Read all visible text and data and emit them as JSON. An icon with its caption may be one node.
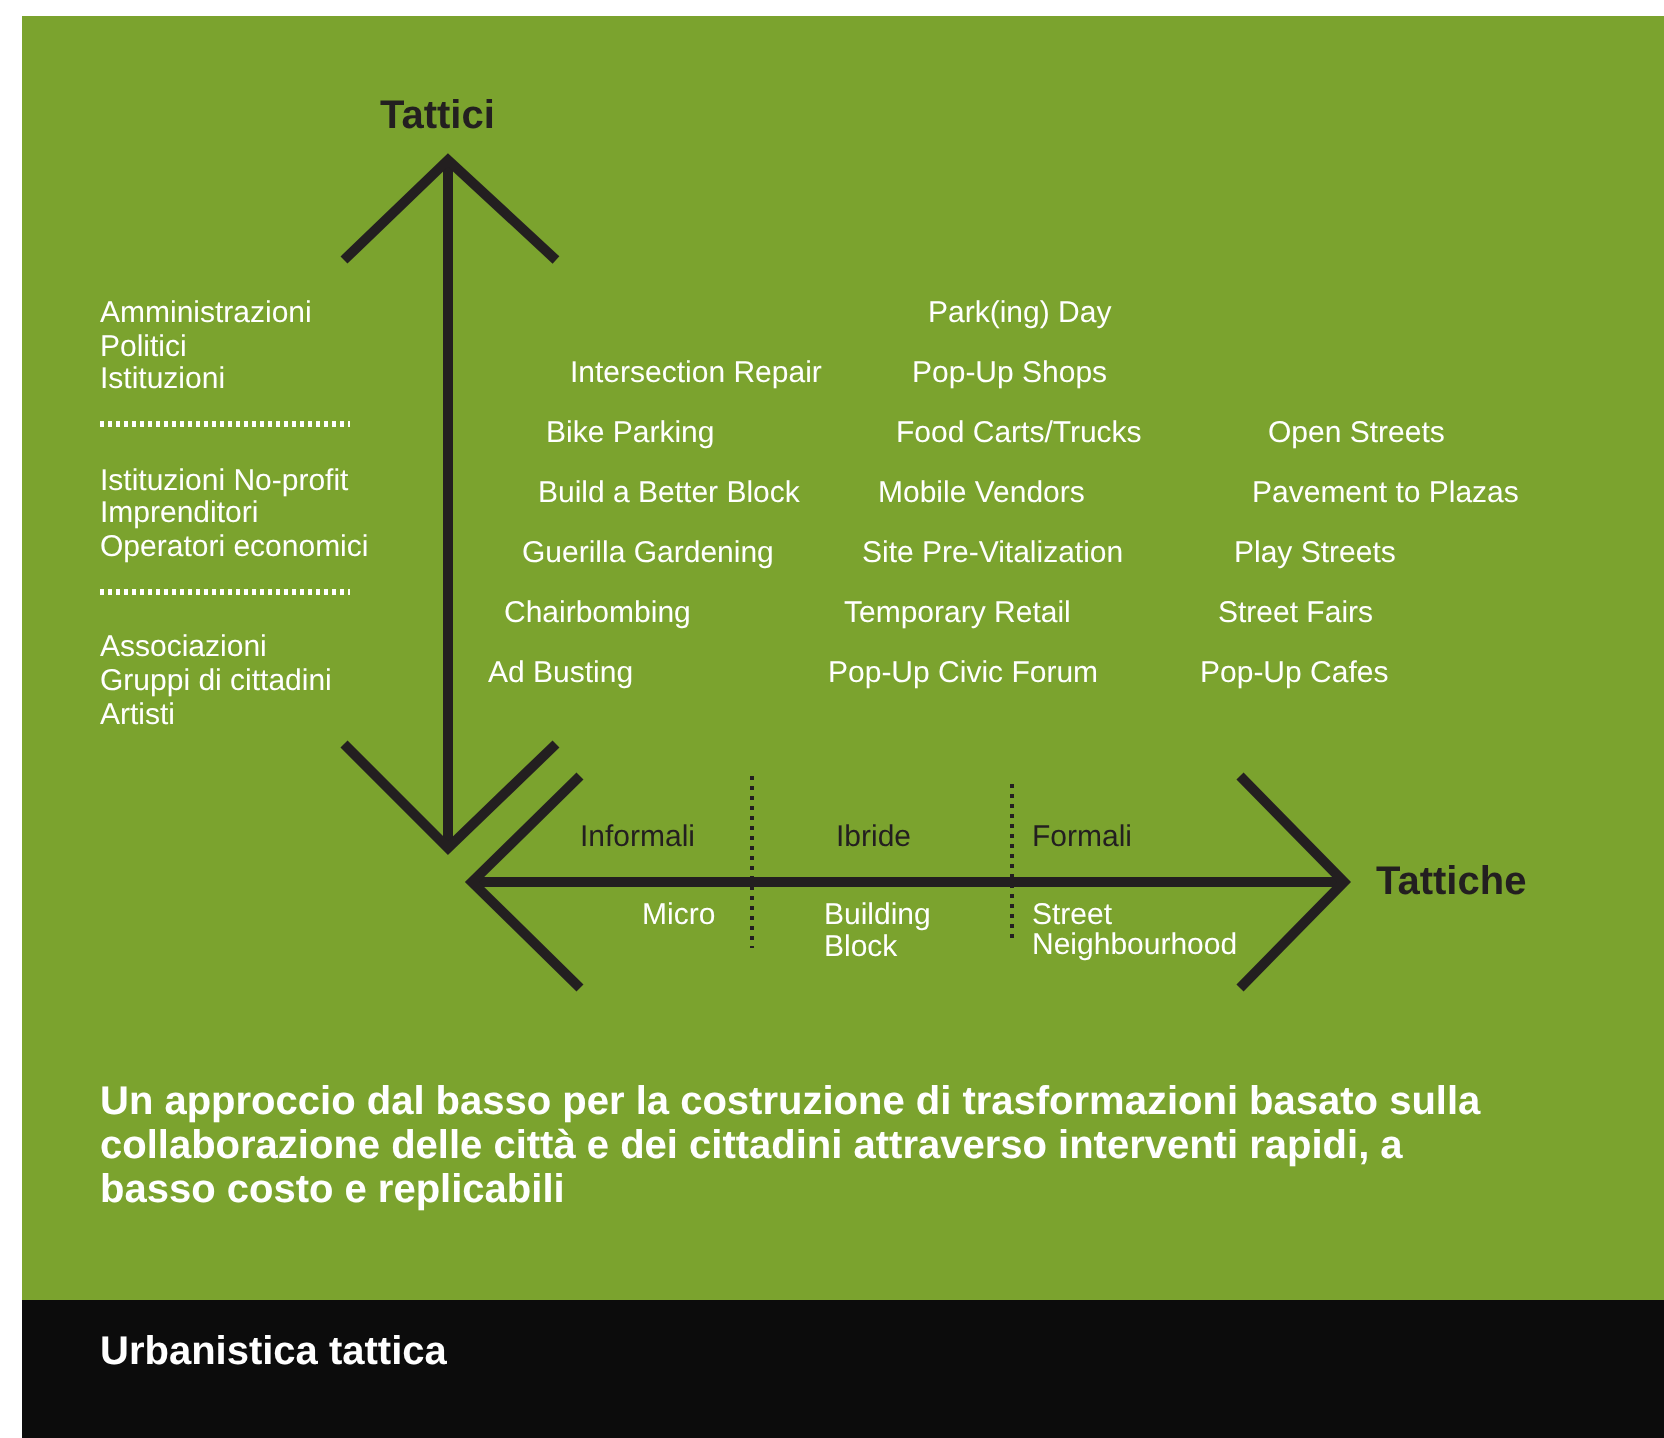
{
  "diagram": {
    "title": "Urbanistica tattica",
    "caption": "Un approccio dal basso per la costruzione di trasformazioni basato sulla collaborazione delle città e dei cittadini attraverso interventi rapidi, a basso costo e replicabili",
    "labels": [
      "Tattici",
      "Amministrazioni",
      "Park(ing) Day",
      "Politici",
      "Istituzioni",
      "Intersection Repair",
      "Pop-Up Shops",
      "Bike Parking",
      "Food Carts/Trucks",
      "Open Streets",
      "Istituzioni No-profit",
      "Imprenditori",
      "Operatori economici",
      "Build a Better Block",
      "Mobile Vendors",
      "Pavement to Plazas",
      "Guerilla Gardening",
      "Site Pre-Vitalization",
      "Play Streets",
      "Chairbombing",
      "Temporary Retail",
      "Street Fairs",
      "Associazioni",
      "Gruppi di cittadini",
      "Artisti",
      "Ad Busting",
      "Pop-Up Civic Forum",
      "Pop-Up Cafes",
      "Informali",
      "Ibride",
      "Formali",
      "Tattiche",
      "Micro",
      "Building Block",
      "Street",
      "Neighbourhood"
    ]
  }
}
